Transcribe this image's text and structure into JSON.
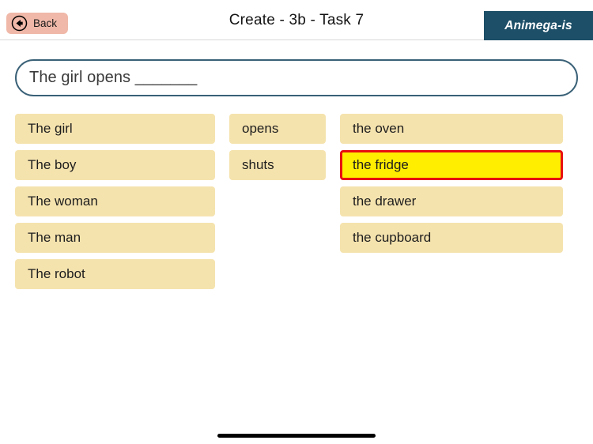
{
  "window": {
    "drag_handle": "• • •"
  },
  "header": {
    "back_label": "Back",
    "back_icon": "back-arrow-circle-icon",
    "title": "Create - 3b - Task 7",
    "brand": "Animega-is",
    "brand_bg": "#1d4f68",
    "back_bg": "#f0b8a8"
  },
  "sentence": {
    "text": "The girl opens _______",
    "border_color": "#3a6177"
  },
  "tiles": {
    "tile_bg": "#f5e3ae",
    "selected_bg": "#ffee00",
    "selected_border": "#e81010",
    "subject_column": [
      {
        "label": "The girl",
        "selected": false
      },
      {
        "label": "The boy",
        "selected": false
      },
      {
        "label": "The woman",
        "selected": false
      },
      {
        "label": "The man",
        "selected": false
      },
      {
        "label": "The robot",
        "selected": false
      }
    ],
    "verb_column": [
      {
        "label": "opens",
        "selected": false
      },
      {
        "label": "shuts",
        "selected": false
      }
    ],
    "object_column": [
      {
        "label": "the oven",
        "selected": false
      },
      {
        "label": "the fridge",
        "selected": true
      },
      {
        "label": "the drawer",
        "selected": false
      },
      {
        "label": "the cupboard",
        "selected": false
      }
    ]
  }
}
